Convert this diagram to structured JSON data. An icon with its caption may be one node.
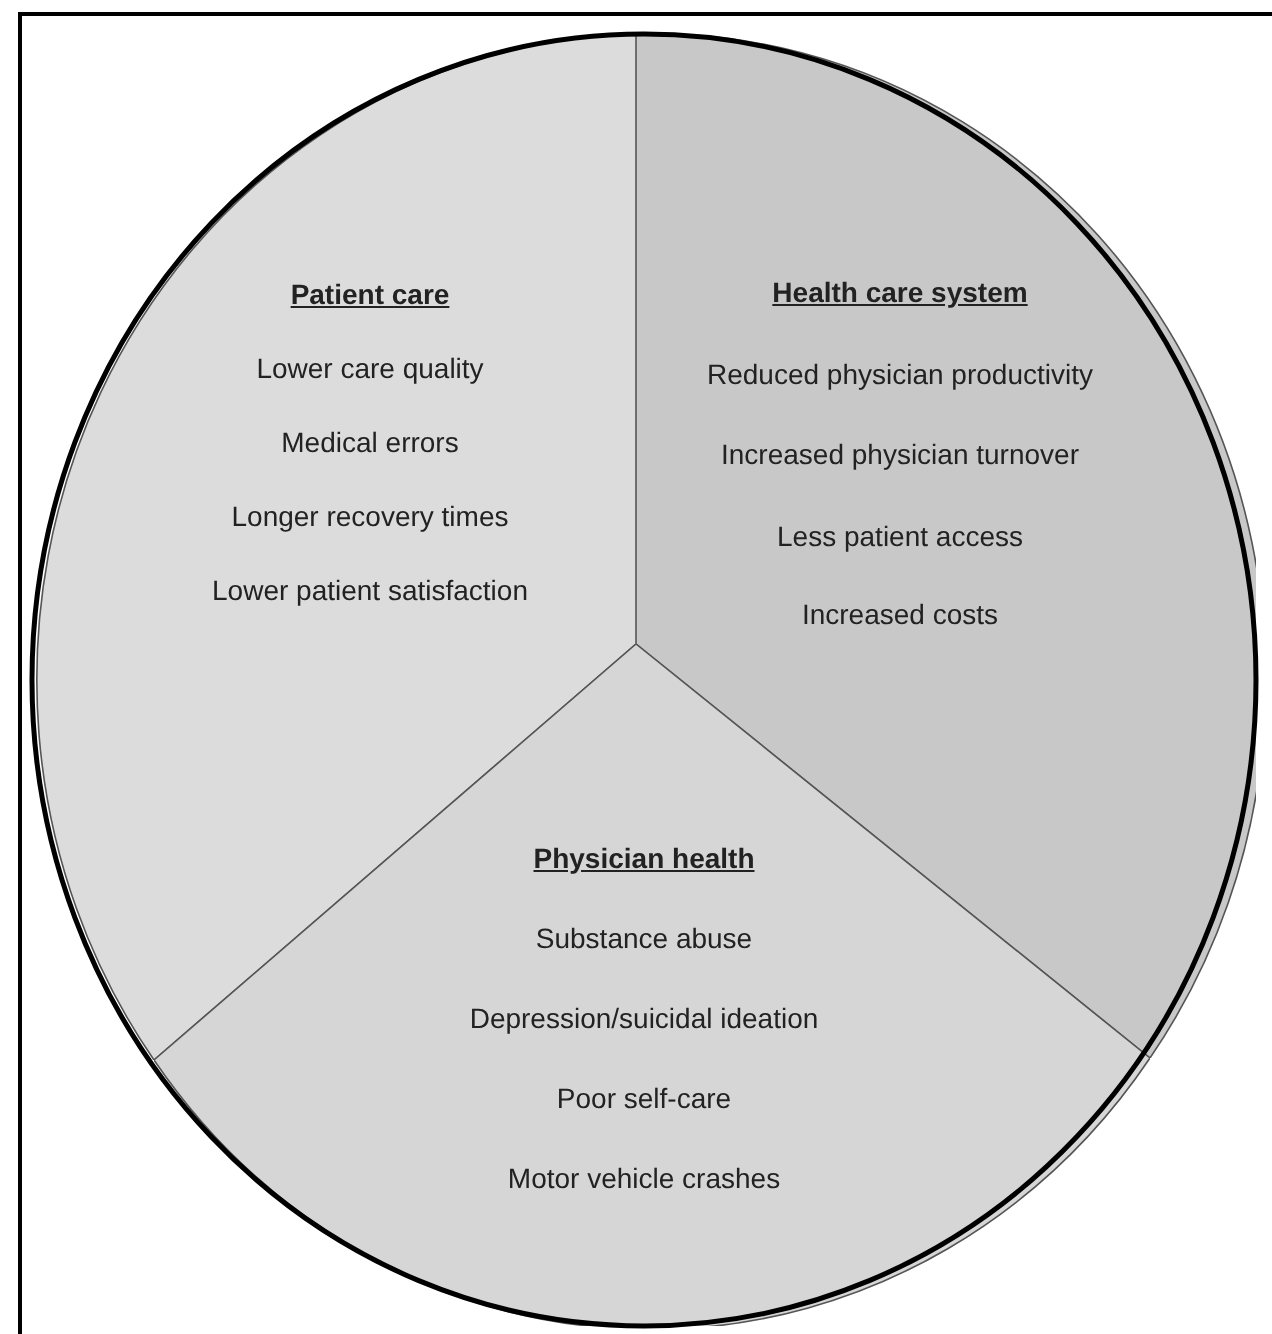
{
  "diagram": {
    "nodes": [
      {
        "text": [
          "Patient care",
          "Lower care quality",
          "Medical errors",
          "Longer recovery times",
          "Lower patient satisfaction"
        ]
      },
      {
        "text": [
          "Health care system",
          "Reduced physician productivity",
          "Increased physician turnover",
          "Less patient access",
          "Increased costs"
        ]
      },
      {
        "text": [
          "Physician health",
          "Substance abuse",
          "Depression/suicidal ideation",
          "Poor self-care",
          "Motor vehicle crashes"
        ]
      }
    ],
    "edges": []
  }
}
